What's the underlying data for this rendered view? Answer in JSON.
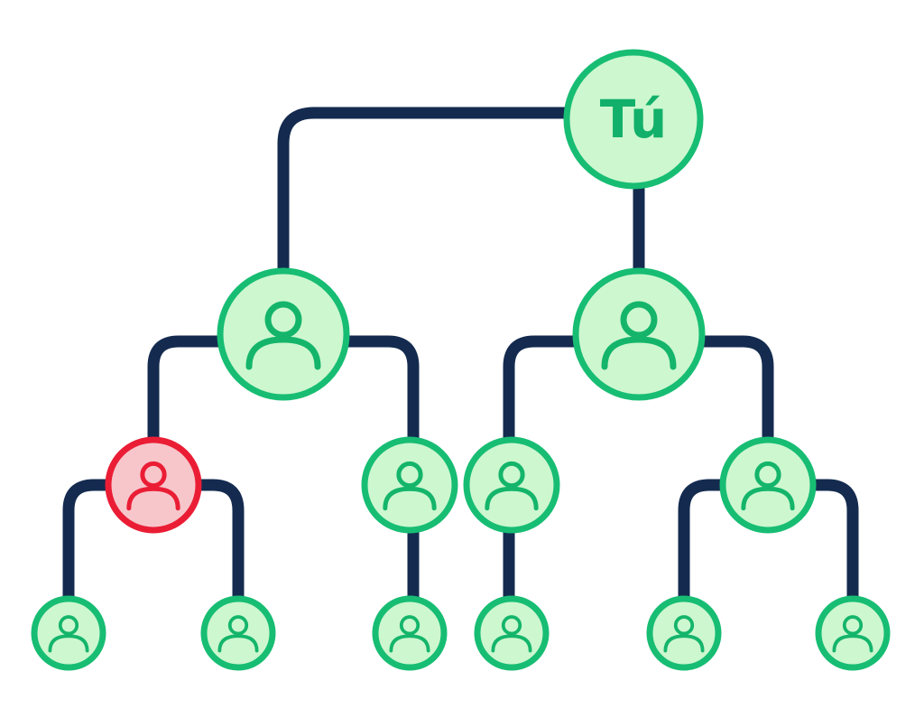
{
  "diagram": {
    "type": "tree",
    "colors": {
      "edge": "#142b4f",
      "node_fill": "#cdf7cf",
      "node_stroke": "#17bd73",
      "icon": "#14b56b",
      "highlight_fill": "#f7c6cb",
      "highlight_stroke": "#ea1d35",
      "highlight_icon": "#ea1d35",
      "root_text": "#12b06a"
    },
    "nodes": [
      {
        "id": "root",
        "label": "Tú",
        "level": 0,
        "parent": null,
        "highlighted": false,
        "icon": "text"
      },
      {
        "id": "l1a",
        "label": "",
        "level": 1,
        "parent": "root",
        "highlighted": false,
        "icon": "person-icon"
      },
      {
        "id": "l1b",
        "label": "",
        "level": 1,
        "parent": "root",
        "highlighted": false,
        "icon": "person-icon"
      },
      {
        "id": "l2a",
        "label": "",
        "level": 2,
        "parent": "l1a",
        "highlighted": true,
        "icon": "person-icon"
      },
      {
        "id": "l2b",
        "label": "",
        "level": 2,
        "parent": "l1a",
        "highlighted": false,
        "icon": "person-icon"
      },
      {
        "id": "l2c",
        "label": "",
        "level": 2,
        "parent": "l1b",
        "highlighted": false,
        "icon": "person-icon"
      },
      {
        "id": "l2d",
        "label": "",
        "level": 2,
        "parent": "l1b",
        "highlighted": false,
        "icon": "person-icon"
      },
      {
        "id": "l3a",
        "label": "",
        "level": 3,
        "parent": "l2a",
        "highlighted": false,
        "icon": "person-icon"
      },
      {
        "id": "l3b",
        "label": "",
        "level": 3,
        "parent": "l2a",
        "highlighted": false,
        "icon": "person-icon"
      },
      {
        "id": "l3c",
        "label": "",
        "level": 3,
        "parent": "l2b",
        "highlighted": false,
        "icon": "person-icon"
      },
      {
        "id": "l3d",
        "label": "",
        "level": 3,
        "parent": "l2c",
        "highlighted": false,
        "icon": "person-icon"
      },
      {
        "id": "l3e",
        "label": "",
        "level": 3,
        "parent": "l2d",
        "highlighted": false,
        "icon": "person-icon"
      },
      {
        "id": "l3f",
        "label": "",
        "level": 3,
        "parent": "l2d",
        "highlighted": false,
        "icon": "person-icon"
      }
    ]
  }
}
